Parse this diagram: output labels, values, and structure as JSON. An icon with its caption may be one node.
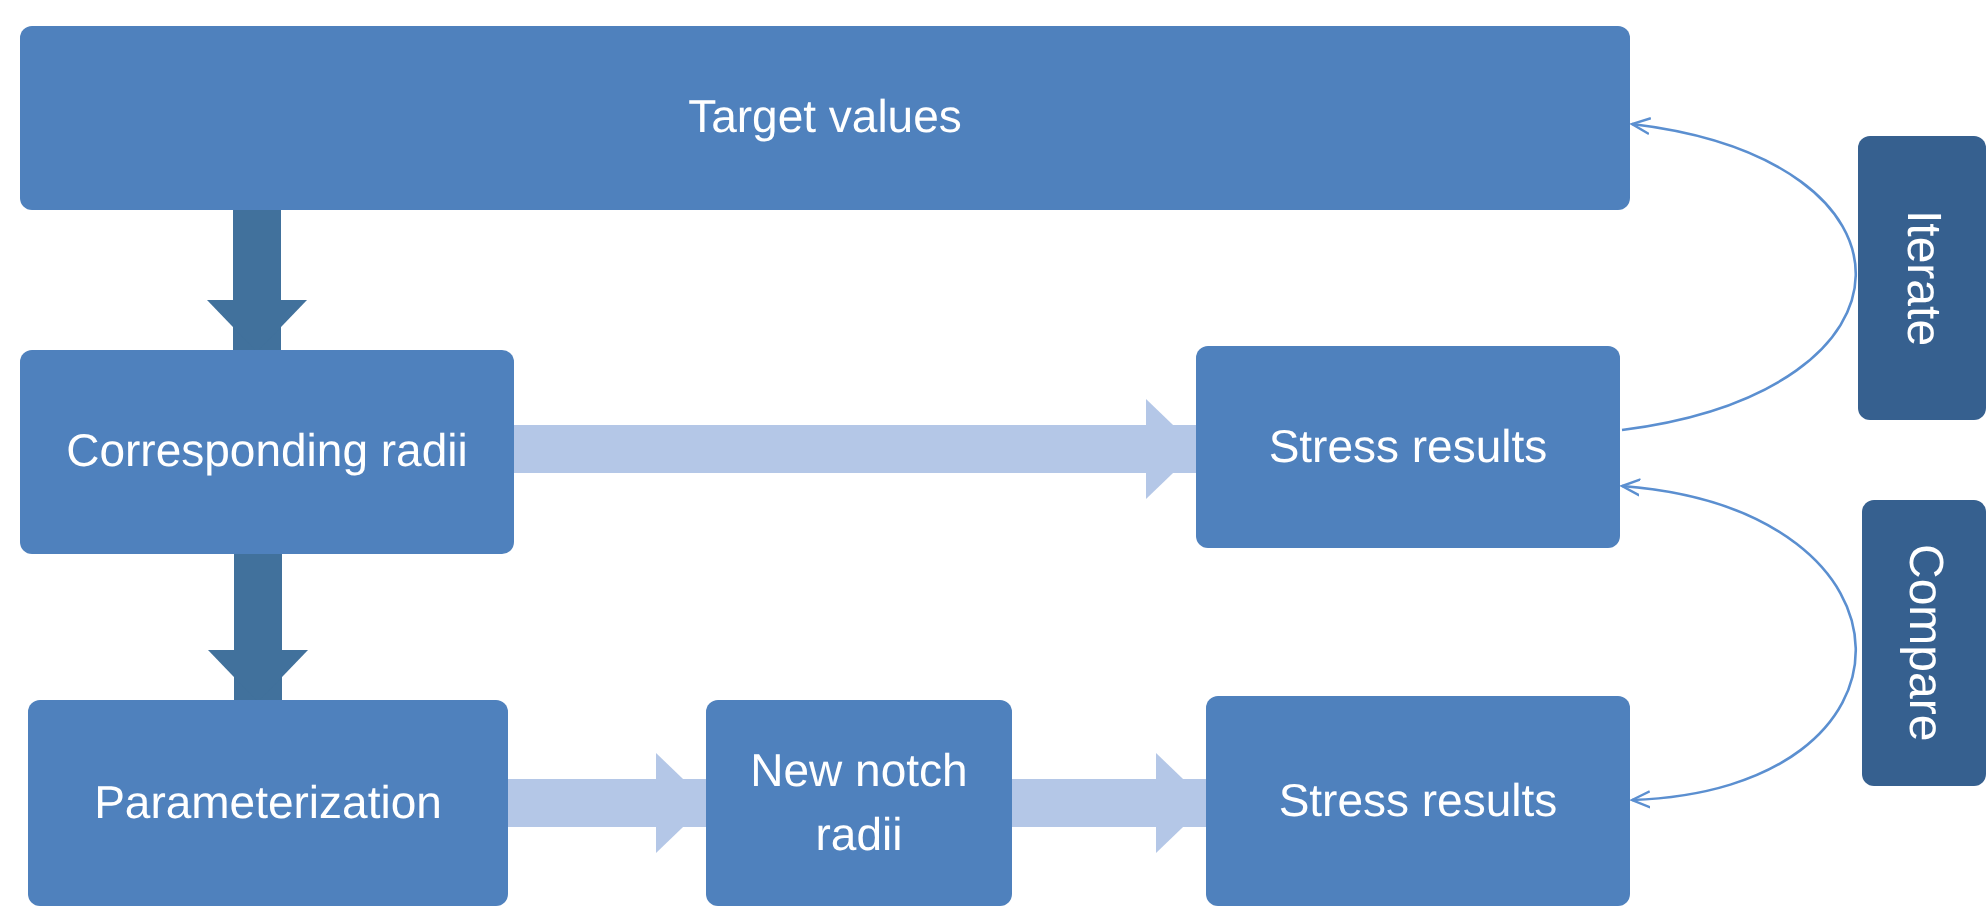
{
  "diagram": {
    "nodes": [
      {
        "text": [
          "Target values"
        ]
      },
      {
        "text": [
          "Corresponding radii"
        ]
      },
      {
        "text": [
          "Stress results"
        ]
      },
      {
        "text": [
          "Parameterization"
        ]
      },
      {
        "text": [
          "New notch radii"
        ]
      },
      {
        "text": [
          "Stress results"
        ]
      },
      {
        "text": [
          "Iterate"
        ]
      },
      {
        "text": [
          "Compare"
        ]
      }
    ],
    "edges": [
      {
        "from": 0,
        "to": 1,
        "arrow": "to",
        "color": "#41719c"
      },
      {
        "from": 1,
        "to": 3,
        "arrow": "to",
        "color": "#41719c"
      },
      {
        "from": 1,
        "to": 2,
        "arrow": "to"
      },
      {
        "from": 3,
        "to": 4,
        "arrow": "to"
      },
      {
        "from": 4,
        "to": 5,
        "arrow": "to"
      },
      {
        "from": 2,
        "to": 0,
        "arrow": "to",
        "color": "#5b8fd0"
      },
      {
        "from": 2,
        "to": 5,
        "arrow": "both",
        "color": "#5b8fd0"
      }
    ]
  }
}
